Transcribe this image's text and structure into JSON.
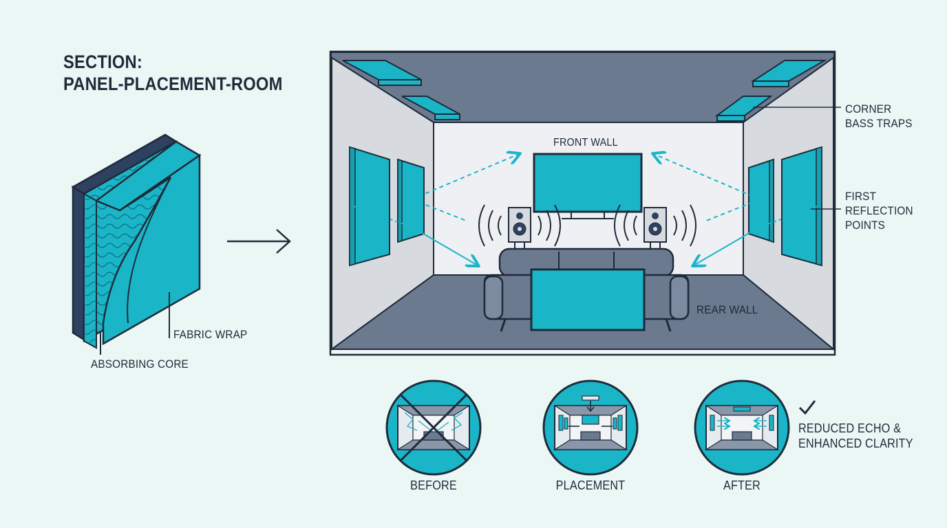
{
  "section_title": {
    "line1": "SECTION:",
    "line2": "PANEL-PLACEMENT-ROOM"
  },
  "panel_labels": {
    "fabric_wrap": "FABRIC WRAP",
    "absorbing_core": "ABSORBING CORE"
  },
  "room_labels": {
    "front_wall": "FRONT WALL",
    "rear_wall": "REAR WALL",
    "corner_bass_traps_line1": "CORNER",
    "corner_bass_traps_line2": "BASS TRAPS",
    "first_reflection_line1": "FIRST",
    "first_reflection_line2": "REFLECTION",
    "first_reflection_line3": "POINTS"
  },
  "steps": [
    {
      "label": "BEFORE"
    },
    {
      "label": "PLACEMENT"
    },
    {
      "label": "AFTER"
    }
  ],
  "result": {
    "line1": "REDUCED ECHO &",
    "line2": "ENHANCED CLARITY"
  },
  "colors": {
    "background": "#eaf7f4",
    "accent_teal": "#1ab6c8",
    "navy": "#1e2a3a",
    "slate": "#6b7a8f",
    "wall_light": "#e4e6ea"
  },
  "icons": {
    "arrow": "arrow-right-icon",
    "check": "check-icon"
  }
}
